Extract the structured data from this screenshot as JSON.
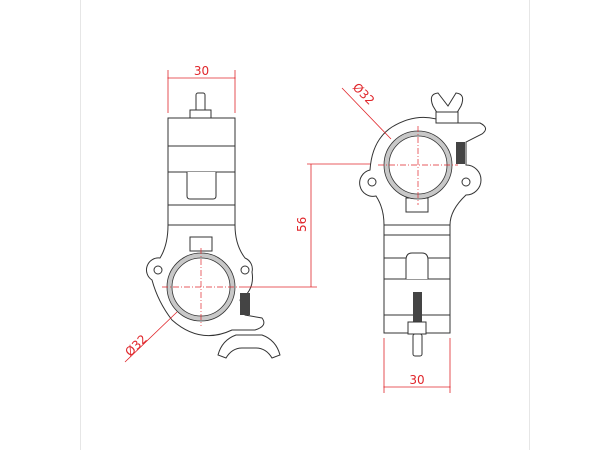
{
  "drawing": {
    "left_view": {
      "width_dim": "30",
      "diameter_dim": "Ø32"
    },
    "right_view": {
      "width_dim": "30",
      "diameter_dim": "Ø32"
    },
    "center_distance_dim": "56"
  },
  "colors": {
    "dimension": "#e0262b",
    "outline": "#333333",
    "tube": "#c8c8c8",
    "frame": "#e6e6e6"
  }
}
